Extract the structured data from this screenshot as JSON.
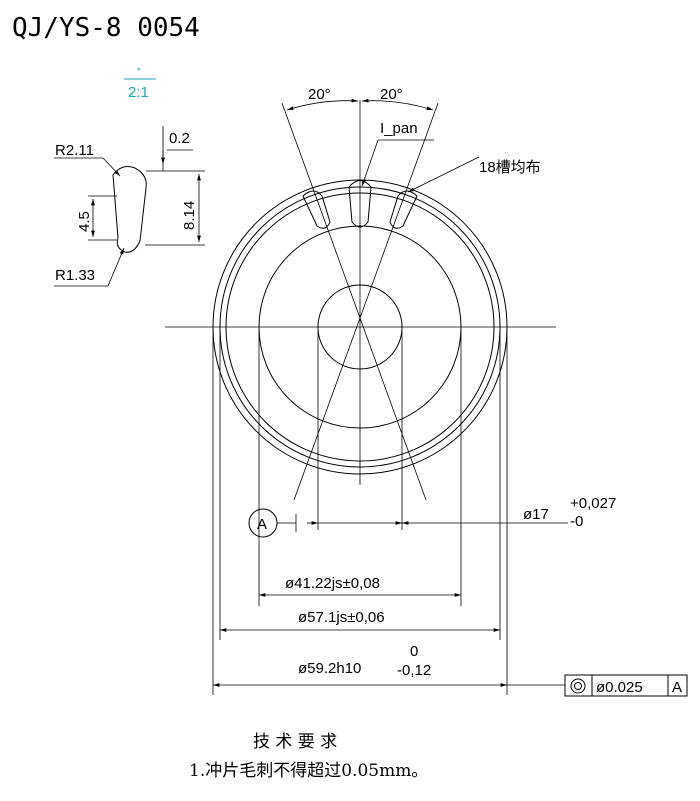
{
  "drawing_number": "QJ/YS-8 0054",
  "detail_view": {
    "scale_marker": "*",
    "scale": "2:1",
    "radius_top": "R2.11",
    "dim_gap": "0.2",
    "dim_width": "4.5",
    "dim_height": "8.14",
    "radius_bottom": "R1.33"
  },
  "main_view": {
    "angle_left": "20°",
    "angle_right": "20°",
    "detail_callout": "I_pan",
    "slot_note": "18槽均布",
    "datum_label": "A"
  },
  "dimensions": {
    "bore": "ø17",
    "bore_tol_upper": "+0,027",
    "bore_tol_lower": "-0",
    "d41": "ø41.22js±0,08",
    "d57": "ø57.1js±0,06",
    "d59": "ø59.2h10",
    "d59_tol_upper": "0",
    "d59_tol_lower": "-0,12"
  },
  "tolerance_frame": {
    "symbol": "concentricity",
    "value": "ø0.025",
    "datum": "A"
  },
  "requirements": {
    "heading": "技 术 要 求",
    "item_1": "1.冲片毛刺不得超过0.05mm。"
  }
}
